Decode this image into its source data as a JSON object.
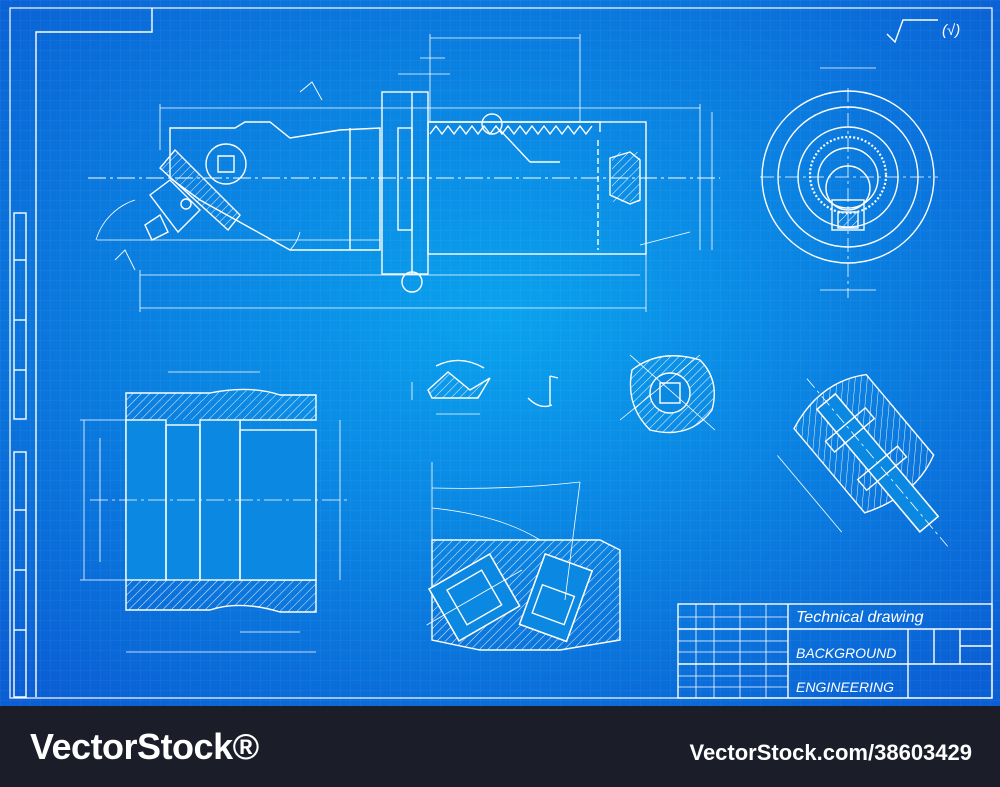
{
  "title_block": {
    "title": "Technical drawing",
    "line2": "BACKGROUND",
    "line3": "ENGINEERING"
  },
  "roughness_mark": "(√)",
  "watermark": {
    "brand": "VectorStock®",
    "id": "VectorStock.com/38603429"
  },
  "colors": {
    "blueprint_center": "#0a9be8",
    "blueprint_edge": "#0a62d6",
    "line": "#ffffff",
    "footer": "#1b1d29"
  }
}
